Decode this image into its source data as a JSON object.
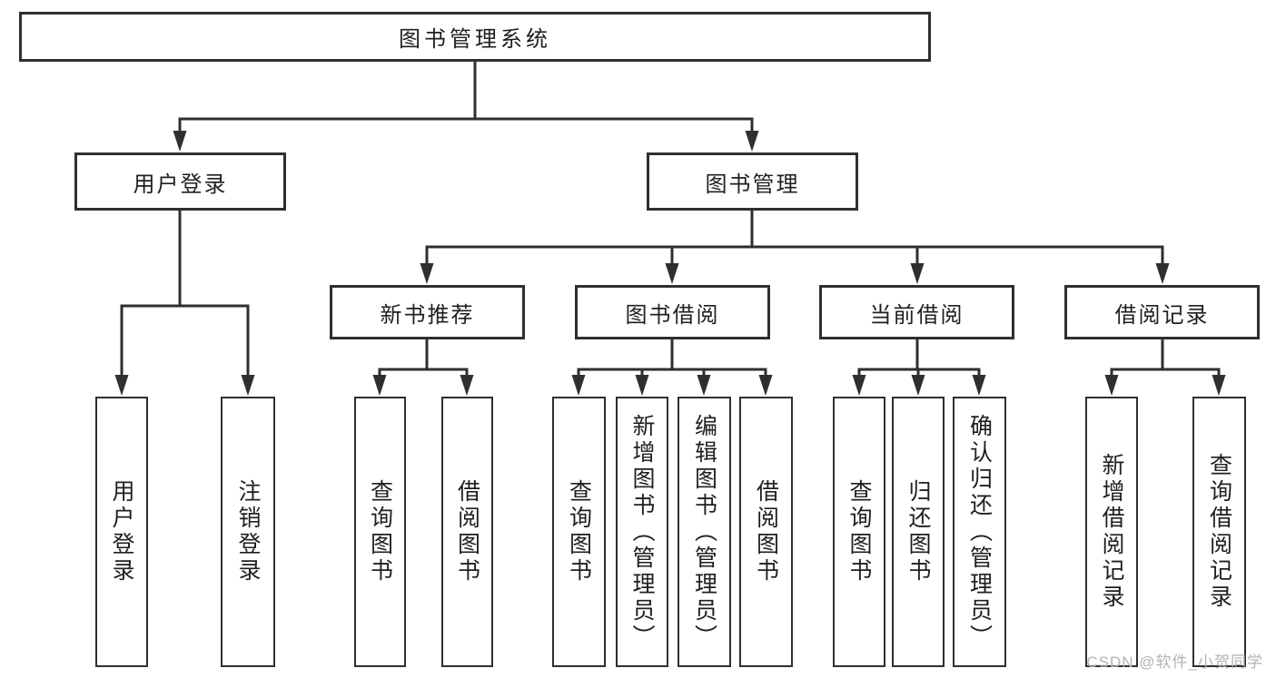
{
  "nodes": {
    "root": {
      "label": "图书管理系统"
    },
    "user_login": {
      "label": "用户登录"
    },
    "book_mgmt": {
      "label": "图书管理"
    },
    "new_book_rec": {
      "label": "新书推荐"
    },
    "book_borrow": {
      "label": "图书借阅"
    },
    "current_borrow": {
      "label": "当前借阅"
    },
    "borrow_records": {
      "label": "借阅记录"
    },
    "leaf_user_login": {
      "label": "用户登录"
    },
    "leaf_logout": {
      "label": "注销登录"
    },
    "rec_query_books": {
      "label": "查询图书"
    },
    "rec_borrow_books": {
      "label": "借阅图书"
    },
    "bb_query_books": {
      "label": "查询图书"
    },
    "bb_add_books": {
      "label": "新增图书（管理员）"
    },
    "bb_edit_books": {
      "label": "编辑图书（管理员）"
    },
    "bb_borrow_books": {
      "label": "借阅图书"
    },
    "cb_query_books": {
      "label": "查询图书"
    },
    "cb_return_books": {
      "label": "归还图书"
    },
    "cb_confirm_return": {
      "label": "确认归还（管理员）"
    },
    "br_add_record": {
      "label": "新增借阅记录"
    },
    "br_query_record": {
      "label": "查询借阅记录"
    }
  },
  "watermark": {
    "text": "CSDN @软件_小贺同学"
  },
  "colors": {
    "line": "#2f2f2f",
    "text": "#1f1f1f",
    "watermark": "#b3b3b3",
    "background": "#ffffff"
  }
}
